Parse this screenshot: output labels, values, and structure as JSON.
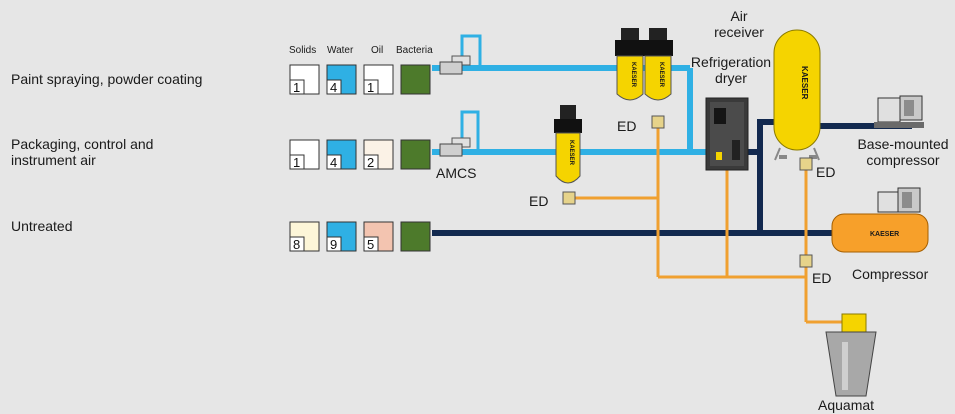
{
  "columns": {
    "solids": "Solids",
    "water": "Water",
    "oil": "Oil",
    "bacteria": "Bacteria"
  },
  "applications": [
    {
      "label": "Paint spraying, powder coating",
      "classes": [
        "1",
        "4",
        "1"
      ]
    },
    {
      "label": "Packaging, control and instrument air",
      "classes": [
        "1",
        "4",
        "2"
      ]
    },
    {
      "label": "Untreated",
      "classes": [
        "8",
        "9",
        "5"
      ]
    }
  ],
  "components": {
    "amcs": "AMCS",
    "ed": "ED",
    "refrigeration_dryer": "Refrigeration dryer",
    "air_receiver": "Air receiver",
    "base_mounted_compressor": "Base-mounted compressor",
    "compressor": "Compressor",
    "aquamat": "Aquamat",
    "brand": "KAESER"
  },
  "colors": {
    "background": "#e6e6e6",
    "treated_air_pipe": "#2fb0e4",
    "untreated_air_pipe": "#12294f",
    "condensate_line": "#f0a030",
    "filter_yellow": "#f5d400",
    "compressor_orange": "#f7a02a",
    "bacteria_green": "#4d7a2b",
    "water_blue": "#2fb0e4"
  }
}
